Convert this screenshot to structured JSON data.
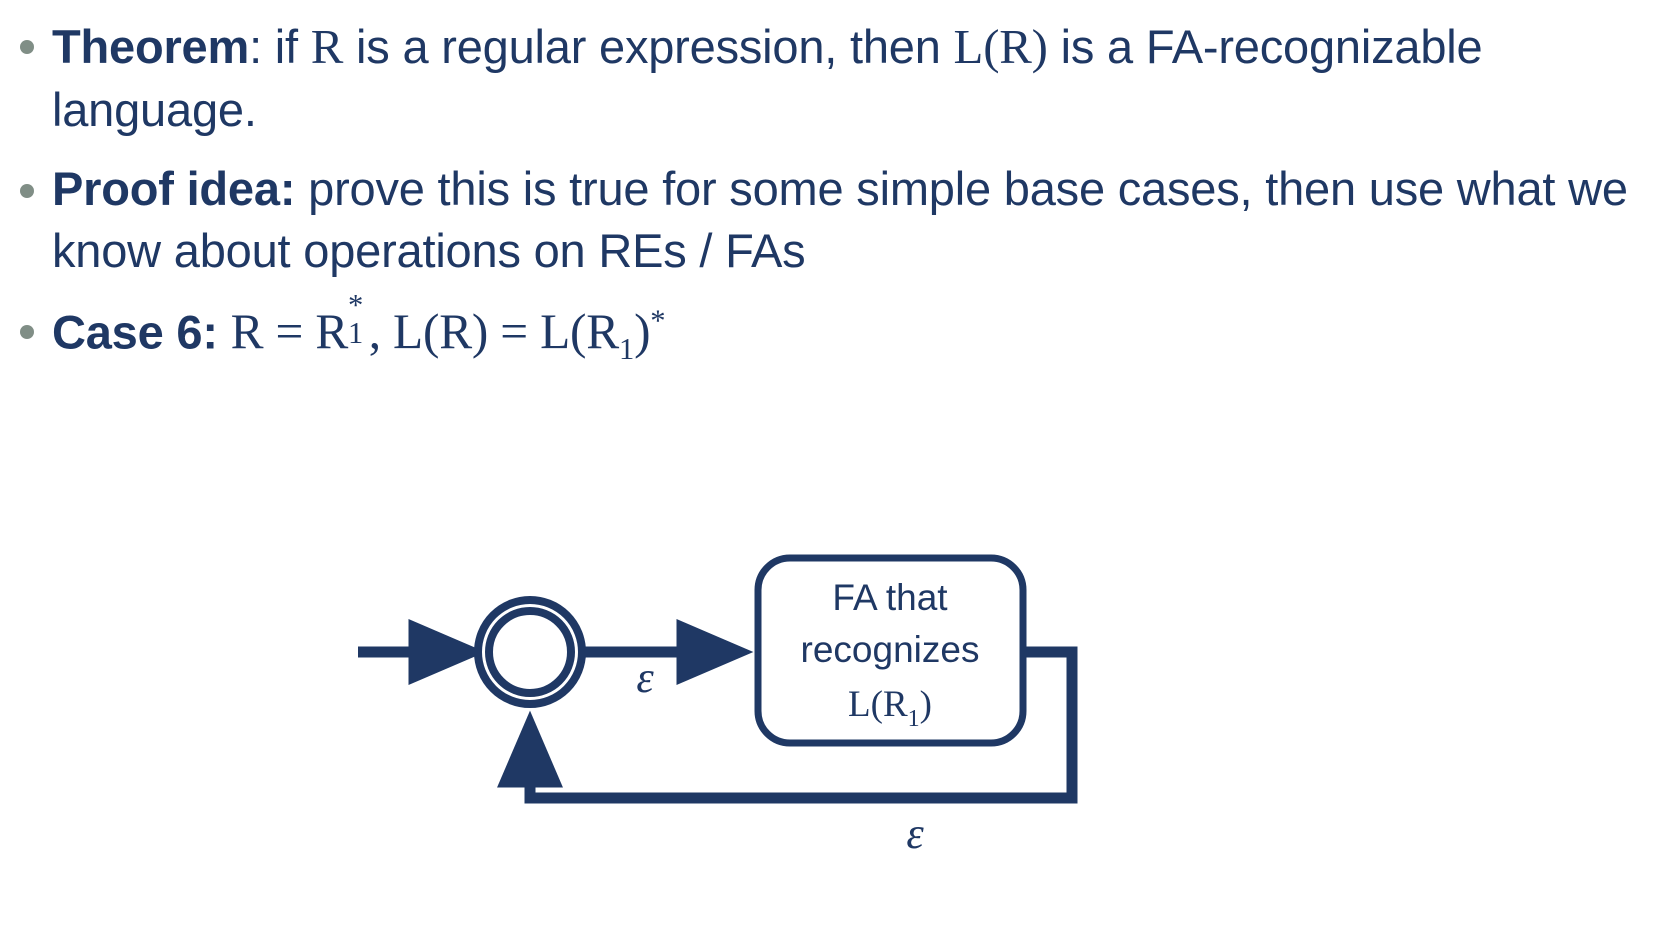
{
  "theme": {
    "text_color": "#1F3864",
    "bullet_color": "#808e86",
    "background": "#ffffff",
    "diagram_stroke": "#1F3864"
  },
  "bullets": [
    {
      "id": "theorem",
      "lead": "Theorem",
      "lead_suffix": ":",
      "text_1": " if ",
      "math_1": "R",
      "text_2": " is a regular expression, then ",
      "math_2": "L(R)",
      "text_3": " is a FA-recognizable language.",
      "full_text": "Theorem: if R is a regular expression, then L(R) is a FA-recognizable language."
    },
    {
      "id": "proof-idea",
      "lead": "Proof idea:",
      "text_1": " prove this is true for some simple base cases, then use what we know about operations on REs / FAs",
      "full_text": "Proof idea: prove this is true for some simple base cases, then use what we know about operations on REs / FAs"
    },
    {
      "id": "case-6",
      "lead": "Case 6:",
      "formula_plain": "R = R₁*, L(R) = L(R₁)*",
      "formula_parts": {
        "r": "R",
        "eq1": "=",
        "r1": "R",
        "r1_sub": "1",
        "r1_sup": "*",
        "comma": ",",
        "lr": "L(R)",
        "eq2": "=",
        "lr1_open": "L(R",
        "lr1_sub": "1",
        "lr1_close": ")",
        "lr1_sup": "*"
      }
    }
  ],
  "diagram": {
    "name": "star-construction-nfa",
    "start_arrow": "start-arrow",
    "accept_state": {
      "name": "new-start-accept-state",
      "label": "",
      "is_accepting": true,
      "is_start": true
    },
    "fa_box": {
      "line_1": "FA that",
      "line_2": "recognizes",
      "line_3_prefix": "L(R",
      "line_3_sub": "1",
      "line_3_suffix": ")",
      "line_3_plain": "L(R₁)"
    },
    "transitions": [
      {
        "id": "forward",
        "label": "ε",
        "from": "accept-state",
        "to": "fa-box"
      },
      {
        "id": "loopback",
        "label": "ε",
        "from": "fa-box",
        "to": "accept-state"
      }
    ]
  }
}
